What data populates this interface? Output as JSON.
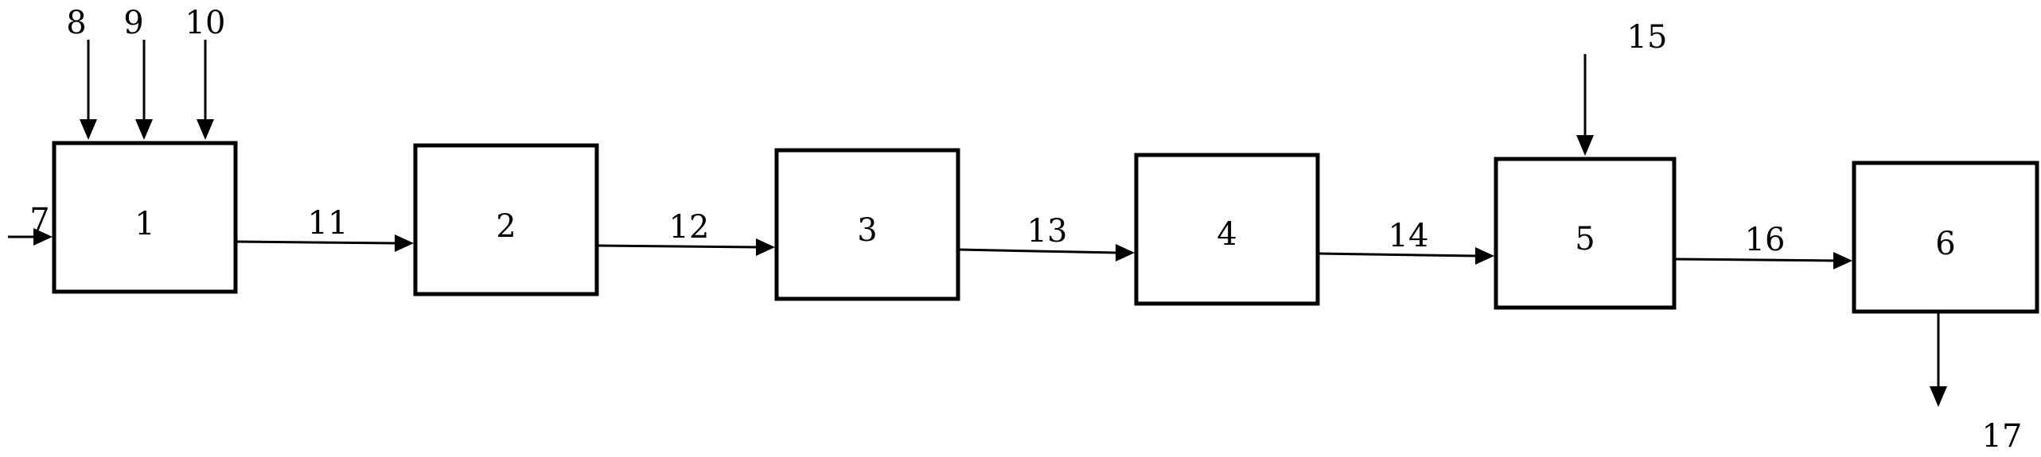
{
  "blocks": [
    {
      "label": "1"
    },
    {
      "label": "2"
    },
    {
      "label": "3"
    },
    {
      "label": "4"
    },
    {
      "label": "5"
    },
    {
      "label": "6"
    }
  ],
  "streams": {
    "in_7": "7",
    "in_8": "8",
    "in_9": "9",
    "in_10": "10",
    "s_11": "11",
    "s_12": "12",
    "s_13": "13",
    "s_14": "14",
    "in_15": "15",
    "s_16": "16",
    "out_17": "17"
  }
}
